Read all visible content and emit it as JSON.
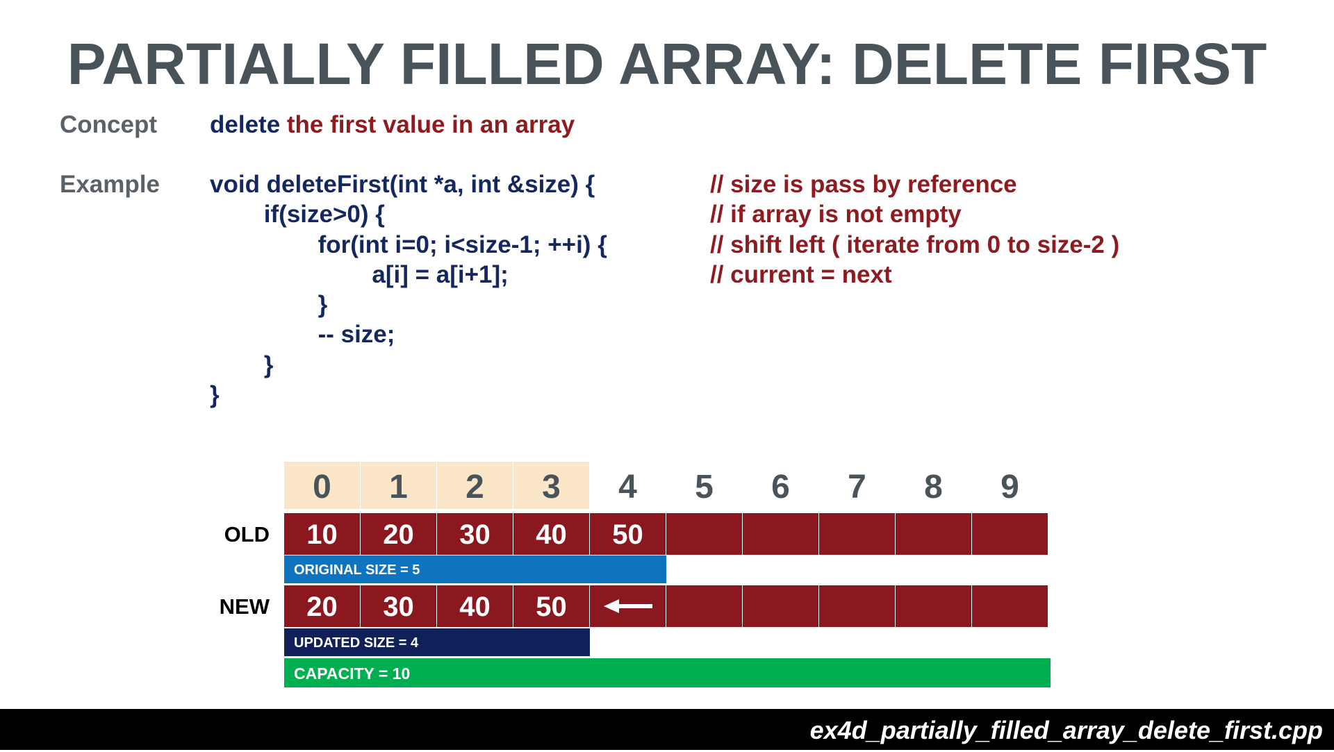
{
  "slide": {
    "title": "PARTIALLY FILLED ARRAY: DELETE FIRST",
    "concept": {
      "label": "Concept",
      "keyword": "delete",
      "description": " the first value in an array"
    },
    "example": {
      "label": "Example",
      "code_lines": [
        "void deleteFirst(int *a, int &size) {",
        "        if(size>0) {",
        "                for(int i=0; i<size-1; ++i) {",
        "                        a[i] = a[i+1];",
        "                }",
        "                -- size;",
        "        }",
        "}"
      ],
      "comments": [
        "// size is pass by reference",
        "// if array is not empty",
        "// shift left ( iterate from 0 to size-2 )",
        "// current = next"
      ]
    }
  },
  "array": {
    "indices": [
      "0",
      "1",
      "2",
      "3",
      "4",
      "5",
      "6",
      "7",
      "8",
      "9"
    ],
    "old_label": "OLD",
    "new_label": "NEW",
    "old_values": [
      "10",
      "20",
      "30",
      "40",
      "50",
      "",
      "",
      "",
      "",
      ""
    ],
    "new_values": [
      "20",
      "30",
      "40",
      "50",
      "",
      "",
      "",
      "",
      "",
      ""
    ],
    "original_size_label": "ORIGINAL SIZE = 5",
    "updated_size_label": "UPDATED SIZE = 4",
    "capacity_label": "CAPACITY = 10",
    "shift_icon": "arrow-left-icon"
  },
  "footer": {
    "filename": "ex4d_partially_filled_array_delete_first.cpp"
  },
  "colors": {
    "title": "#48535a",
    "code": "#14285f",
    "comment": "#8d1b20",
    "cell": "#8b171f",
    "index_highlight": "#fbe7c8",
    "original_size_bar": "#0f74bf",
    "updated_size_bar": "#0f2158",
    "capacity_bar": "#00b050"
  }
}
